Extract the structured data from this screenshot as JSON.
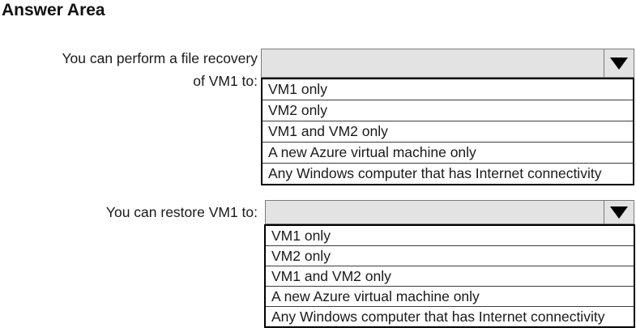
{
  "title": "Answer Area",
  "colors": {
    "select_bg": "#e3e3e3",
    "select_border": "#7b7b7b",
    "list_border": "#000000",
    "arrow_color": "#000000"
  },
  "dropdown_arrow_icon": "triangle-down",
  "questions": [
    {
      "id": "file-recovery",
      "label_lines": [
        "You can perform a file recovery",
        "of VM1 to:"
      ],
      "selected_value": "",
      "options": [
        "VM1 only",
        "VM2 only",
        "VM1 and VM2 only",
        "A new Azure virtual machine only",
        "Any Windows computer that has Internet connectivity"
      ]
    },
    {
      "id": "restore",
      "label_lines": [
        "You can restore VM1 to:"
      ],
      "selected_value": "",
      "options": [
        "VM1 only",
        "VM2 only",
        "VM1 and VM2 only",
        "A new Azure virtual machine only",
        "Any Windows computer that has Internet connectivity"
      ]
    }
  ]
}
